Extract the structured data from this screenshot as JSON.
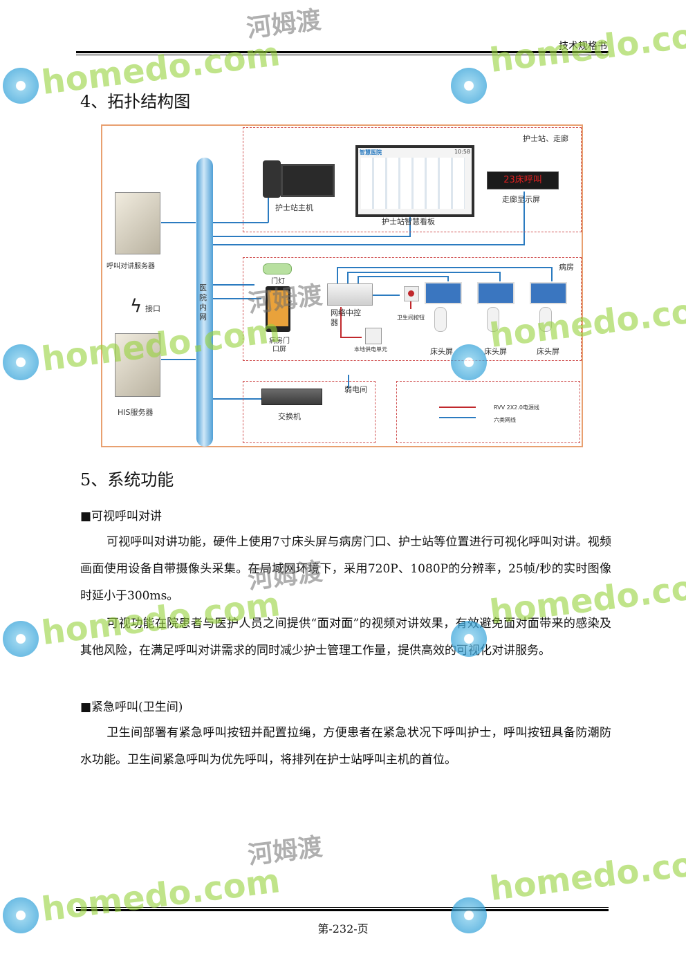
{
  "header": {
    "title": "技术规格书"
  },
  "section4": {
    "heading": "4、拓扑结构图"
  },
  "diagram": {
    "zone_nurse": "护士站、走廊",
    "zone_ward": "病房",
    "zone_weak": "弱电间",
    "nurse_host": "护士站主机",
    "smart_board": "护士站智慧看板",
    "board_title": "智慧医院",
    "board_time": "10:58",
    "corridor_display_text": "23床呼叫",
    "corridor_display": "走廊显示屏",
    "call_server": "呼叫对讲服务器",
    "interface": "接口",
    "his_server": "HIS服务器",
    "intranet": "医院内网",
    "door_light": "门灯",
    "door_screen": "病房门口屏",
    "net_controller": "网络中控器",
    "toilet_button": "卫生间按钮",
    "power_unit": "本地供电单元",
    "bed_screen_1": "床头屏",
    "bed_screen_2": "床头屏",
    "bed_screen_3": "床头屏",
    "switch": "交换机",
    "legend_red": "RVV 2X2.0电源线",
    "legend_blue": "六类网线",
    "colors": {
      "red_line": "#c0282c",
      "blue_line": "#2b7bc0",
      "pipe": "#7fbfe6",
      "frame": "#e8a070"
    }
  },
  "section5": {
    "heading": "5、系统功能"
  },
  "feature1": {
    "title": "■可视呼叫对讲",
    "p1": "可视呼叫对讲功能，硬件上使用7寸床头屏与病房门口、护士站等位置进行可视化呼叫对讲。视频画面使用设备自带摄像头采集。在局域网环境下，采用720P、1080P的分辨率，25帧/秒的实时图像时延小于300ms。",
    "p2": "可视功能在院患者与医护人员之间提供“面对面”的视频对讲效果，有效避免面对面带来的感染及其他风险，在满足呼叫对讲需求的同时减少护士管理工作量，提供高效的可视化对讲服务。"
  },
  "feature2": {
    "title": "■紧急呼叫(卫生间)",
    "p1": "卫生间部署有紧急呼叫按钮并配置拉绳，方便患者在紧急状况下呼叫护士，呼叫按钮具备防潮防水功能。卫生间紧急呼叫为优先呼叫，将排列在护士站呼叫主机的首位。"
  },
  "footer": {
    "page": "第-232-页"
  },
  "watermark": {
    "brand": "homedo.com",
    "cn": "河姆渡"
  }
}
